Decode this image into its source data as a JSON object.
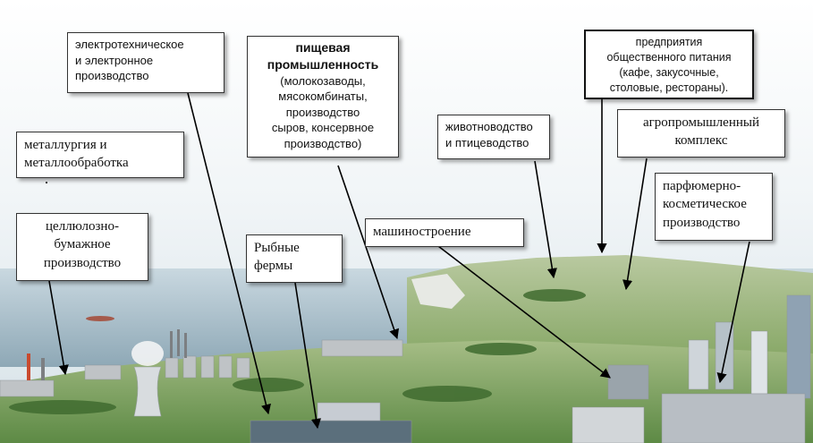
{
  "labels": {
    "electrotech": [
      "электротехническое",
      "и электронное",
      "производство"
    ],
    "food": {
      "title": [
        "пищевая",
        "промышленность"
      ],
      "details": [
        "(молокозаводы,",
        "мясокомбинаты,",
        "производство",
        "сыров, консервное",
        "производство)"
      ]
    },
    "catering": [
      "предприятия",
      "общественного питания",
      "(кафе, закусочные,",
      "столовые, рестораны)."
    ],
    "metallurgy": [
      "металлургия и",
      "металлообработка"
    ],
    "livestock": [
      "животноводство",
      "и птицеводство"
    ],
    "agro": [
      "агропромышленный",
      "комплекс"
    ],
    "perfume": [
      "парфюмерно-",
      "косметическое",
      "производство"
    ],
    "pulp": [
      "целлюлозно-",
      "бумажное",
      "производство"
    ],
    "fish": [
      "Рыбные",
      "фермы"
    ],
    "machinery": [
      "машиностроение"
    ]
  }
}
